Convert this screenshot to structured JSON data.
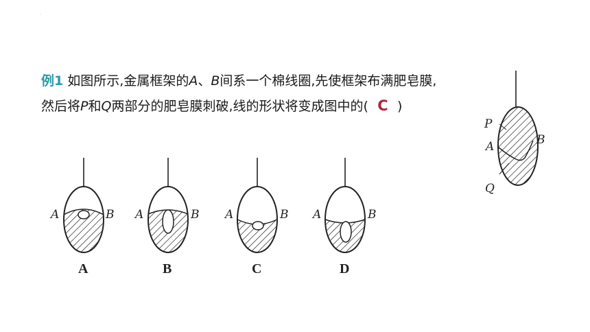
{
  "header_mark": "·",
  "question": {
    "label": "例1",
    "line1_text1": " 如图所示,金属框架的",
    "var_a": "A",
    "sep": "、",
    "var_b": "B",
    "line1_text2": "间系一个棉线圈,先使框架布满肥皂膜,",
    "line2_text1": "然后将",
    "var_p": "P",
    "line2_text2": "和",
    "var_q": "Q",
    "line2_text3": "两部分的肥皂膜刺破,线的形状将变成图中的(",
    "answer": "C",
    "line2_text4": ")"
  },
  "main_figure": {
    "label_p": "P",
    "label_a": "A",
    "label_b": "B",
    "label_q": "Q"
  },
  "options": [
    {
      "letter": "A",
      "point_a": "A",
      "point_b": "B",
      "loop": "small-circle-top"
    },
    {
      "letter": "B",
      "point_a": "A",
      "point_b": "B",
      "loop": "tall-oval"
    },
    {
      "letter": "C",
      "point_a": "A",
      "point_b": "B",
      "loop": "small-circle-below"
    },
    {
      "letter": "D",
      "point_a": "A",
      "point_b": "B",
      "loop": "oval-in-film"
    }
  ],
  "colors": {
    "label": "#2a9aa8",
    "answer": "#b0243a"
  }
}
